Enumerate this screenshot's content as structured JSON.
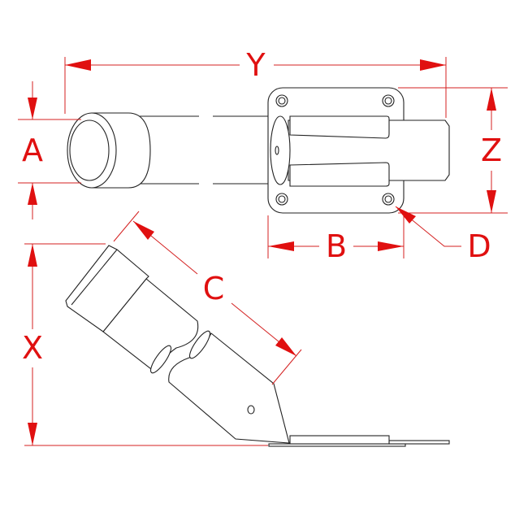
{
  "dimension_labels": {
    "y": "Y",
    "a": "A",
    "z": "Z",
    "b": "B",
    "d": "D",
    "c": "C",
    "x": "X"
  },
  "colors": {
    "dimension": "#e01010",
    "outline": "#222222"
  }
}
